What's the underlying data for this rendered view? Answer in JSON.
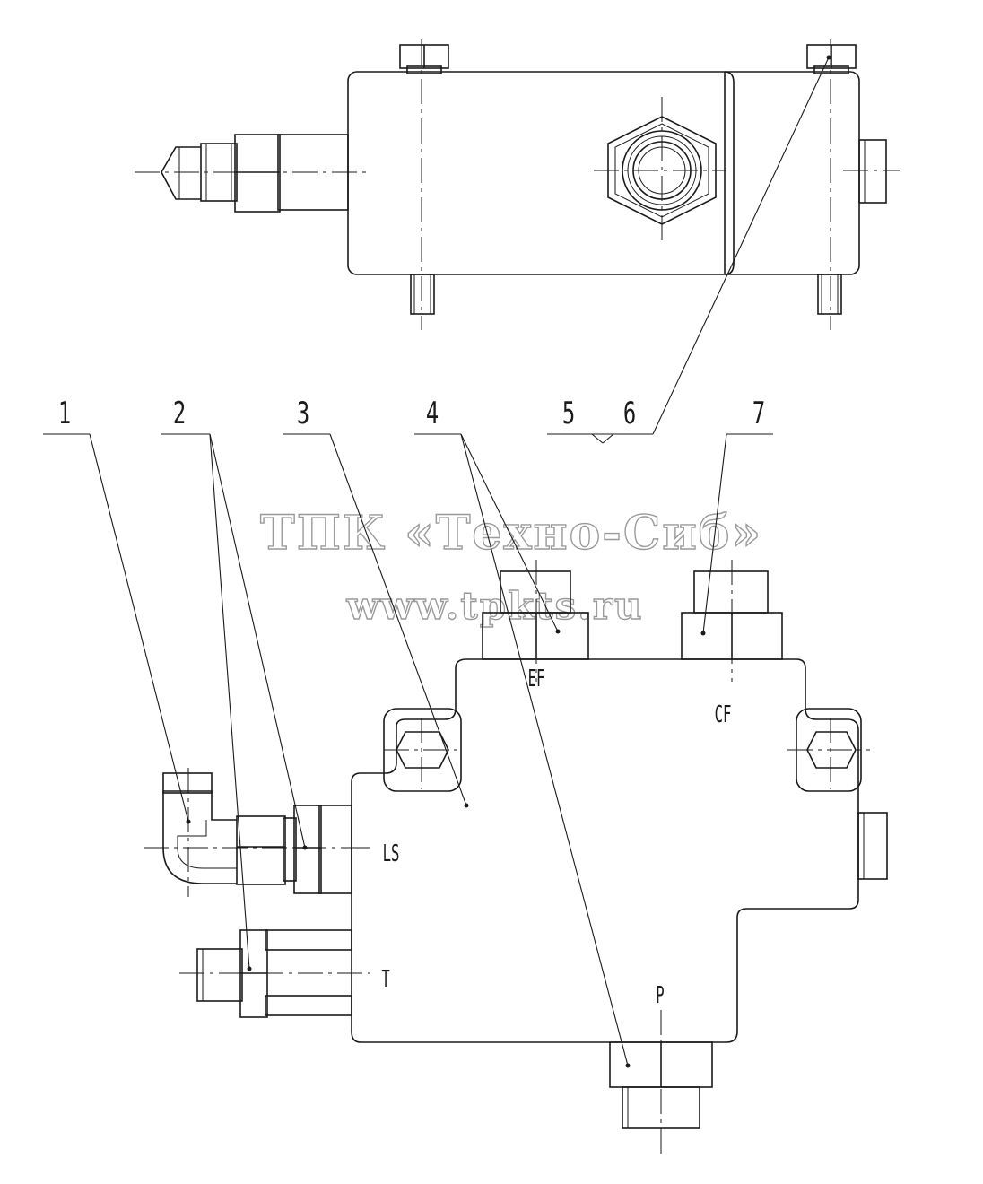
{
  "diagram": {
    "callouts": [
      "1",
      "2",
      "3",
      "4",
      "5",
      "6",
      "7"
    ],
    "ports": {
      "ef": "EF",
      "cf": "CF",
      "ls": "LS",
      "t": "T",
      "p": "P"
    },
    "watermark": {
      "line1": "ТПК «Техно-Сиб»",
      "line2": "www.tpkts.ru"
    }
  }
}
